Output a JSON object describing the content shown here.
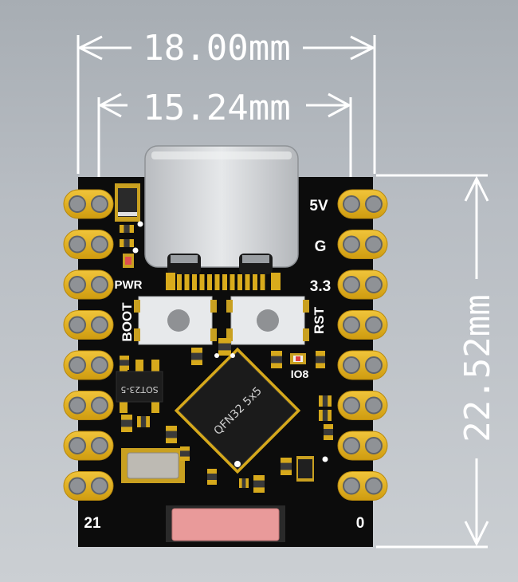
{
  "dimensions": {
    "total_width": "18.00mm",
    "pin_spacing": "15.24mm",
    "height": "22.52mm"
  },
  "silkscreen": {
    "pwr": "PWR",
    "boot": "BOOT",
    "rst": "RST",
    "v5": "5V",
    "gnd": "G",
    "v33": "3.3",
    "io8": "IO8",
    "pin_left_bottom": "21",
    "pin_right_bottom": "0"
  },
  "chips": {
    "mcu": "QFN32 5x5",
    "regulator": "SOT23-5"
  },
  "colors": {
    "board": "#0c0c0c",
    "gold": "#e0b21e",
    "silk": "#ffffff",
    "antenna": "#e99a9a"
  }
}
